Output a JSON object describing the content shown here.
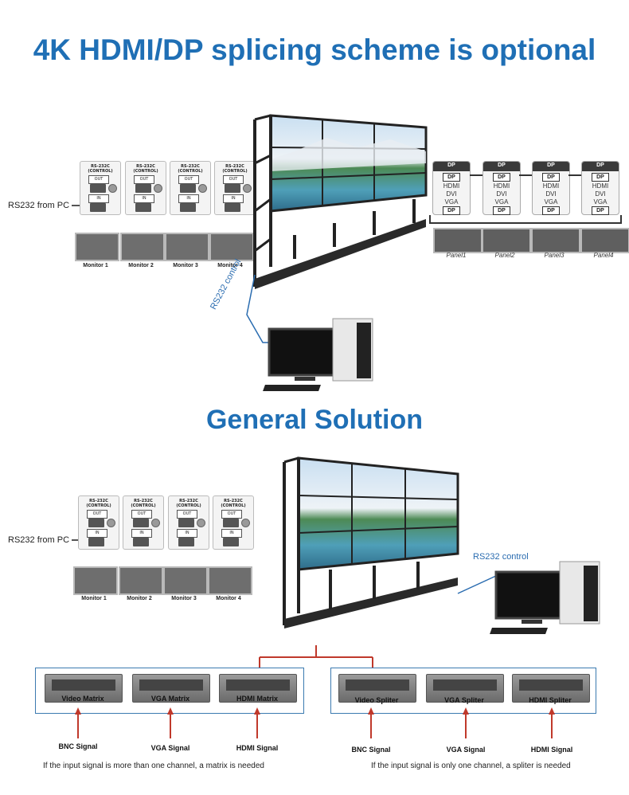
{
  "titles": {
    "top": "4K HDMI/DP splicing scheme is optional",
    "general": "General Solution"
  },
  "control_card": {
    "header": "RS-232C",
    "sub": "(CONTROL)",
    "out": "OUT",
    "in": "IN"
  },
  "monitors": [
    "Monitor 1",
    "Monitor 2",
    "Monitor 3",
    "Monitor 4"
  ],
  "rs232_from_pc": "RS232 from PC",
  "rs232_control": "RS232 control",
  "dp_card": {
    "header": "DP",
    "btn": "DP",
    "lines": [
      "HDMI",
      "DVI",
      "VGA"
    ]
  },
  "panels": [
    "Panel1",
    "Panel2",
    "Panel3",
    "Panel4"
  ],
  "matrix_units": [
    "Video Matrix",
    "VGA Matrix",
    "HDMI Matrix"
  ],
  "splitter_units": [
    "Video Spliter",
    "VGA Spliter",
    "HDMI Spliter"
  ],
  "matrix_signals": [
    "BNC Signal",
    "VGA Signal",
    "HDMI Signal"
  ],
  "splitter_signals": [
    "BNC Signal",
    "VGA Signal",
    "HDMI Signal"
  ],
  "notes": {
    "matrix": "If the input signal is more than one channel, a matrix is needed",
    "splitter": "If the input signal is only one channel, a spliter is needed"
  },
  "colors": {
    "title_blue": "#1f6fb5",
    "wire_blue": "#2a6cb0",
    "wire_red": "#c0392b"
  }
}
